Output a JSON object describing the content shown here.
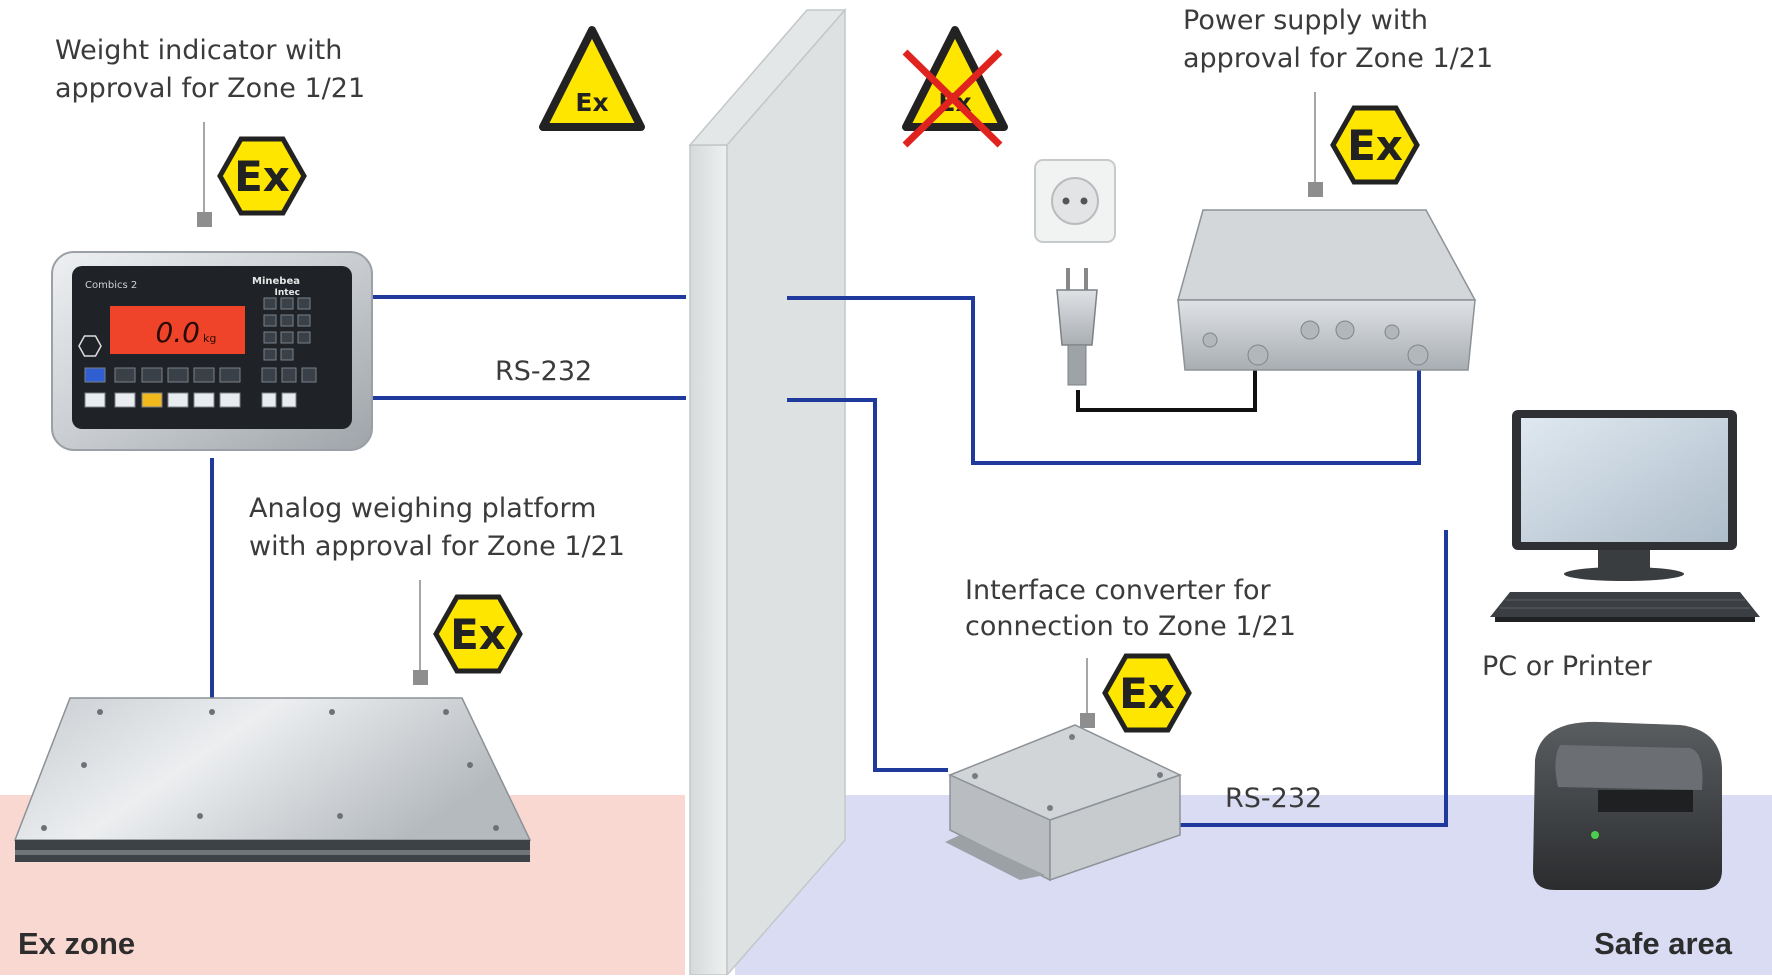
{
  "labels": {
    "weight_indicator_l1": "Weight indicator with",
    "weight_indicator_l2": "approval for Zone 1/21",
    "power_supply_l1": "Power supply with",
    "power_supply_l2": "approval for Zone 1/21",
    "platform_l1": "Analog weighing platform",
    "platform_l2": "with approval for Zone 1/21",
    "converter_l1": "Interface converter for",
    "converter_l2": "connection to Zone 1/21",
    "pc_printer": "PC or Printer",
    "rs232_top": "RS-232",
    "rs232_bottom": "RS-232"
  },
  "zones": {
    "ex_zone": "Ex zone",
    "safe_area": "Safe area"
  },
  "symbols": {
    "ex_mark": "Ex",
    "ex_triangle": "Ex",
    "ex_triangle_crossed": "Ex"
  },
  "device": {
    "model": "Combics 2",
    "brand_l1": "Minebea",
    "brand_l2": "Intec",
    "display_value": "0.0",
    "display_unit": "kg"
  },
  "colors": {
    "ex_zone_bg": "#f9d8d2",
    "safe_area_bg": "#d9dcf3",
    "cable_blue": "#1f3a9c",
    "ex_yellow": "#ffe600",
    "cross_red": "#e0231f",
    "display_red": "#f0442a"
  }
}
